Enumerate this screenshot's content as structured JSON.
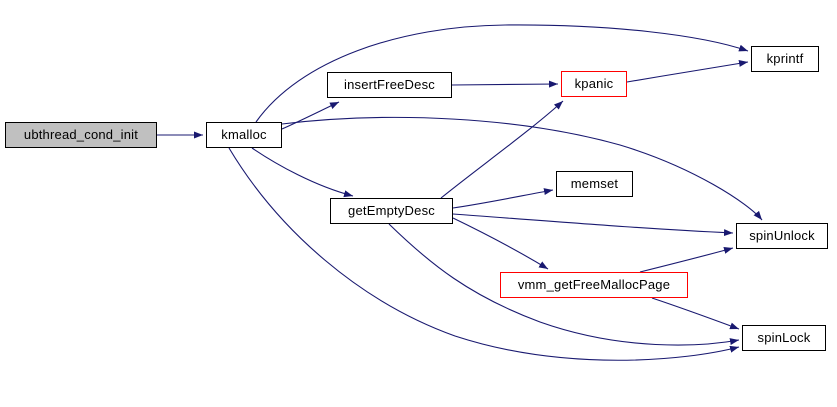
{
  "diagram": {
    "type": "call-graph",
    "colors": {
      "edge": "#191970",
      "node_border": "#000000",
      "highlight_border": "#ff0000",
      "focus_fill": "#c0c0c0",
      "node_fill": "#ffffff",
      "background": "#ffffff",
      "text": "#000000"
    },
    "nodes": [
      {
        "id": "ubthread_cond_init",
        "label": "ubthread_cond_init",
        "style": "focus"
      },
      {
        "id": "kmalloc",
        "label": "kmalloc",
        "style": "normal"
      },
      {
        "id": "insertFreeDesc",
        "label": "insertFreeDesc",
        "style": "normal"
      },
      {
        "id": "kpanic",
        "label": "kpanic",
        "style": "highlight"
      },
      {
        "id": "kprintf",
        "label": "kprintf",
        "style": "normal"
      },
      {
        "id": "getEmptyDesc",
        "label": "getEmptyDesc",
        "style": "normal"
      },
      {
        "id": "memset",
        "label": "memset",
        "style": "normal"
      },
      {
        "id": "spinUnlock",
        "label": "spinUnlock",
        "style": "normal"
      },
      {
        "id": "vmm_getFreeMallocPage",
        "label": "vmm_getFreeMallocPage",
        "style": "highlight"
      },
      {
        "id": "spinLock",
        "label": "spinLock",
        "style": "normal"
      }
    ],
    "edges": [
      {
        "from": "ubthread_cond_init",
        "to": "kmalloc"
      },
      {
        "from": "kmalloc",
        "to": "kprintf"
      },
      {
        "from": "kmalloc",
        "to": "insertFreeDesc"
      },
      {
        "from": "kmalloc",
        "to": "getEmptyDesc"
      },
      {
        "from": "kmalloc",
        "to": "spinUnlock"
      },
      {
        "from": "kmalloc",
        "to": "spinLock"
      },
      {
        "from": "insertFreeDesc",
        "to": "kpanic"
      },
      {
        "from": "kpanic",
        "to": "kprintf"
      },
      {
        "from": "getEmptyDesc",
        "to": "kpanic"
      },
      {
        "from": "getEmptyDesc",
        "to": "memset"
      },
      {
        "from": "getEmptyDesc",
        "to": "spinUnlock"
      },
      {
        "from": "getEmptyDesc",
        "to": "vmm_getFreeMallocPage"
      },
      {
        "from": "getEmptyDesc",
        "to": "spinLock"
      },
      {
        "from": "vmm_getFreeMallocPage",
        "to": "spinUnlock"
      },
      {
        "from": "vmm_getFreeMallocPage",
        "to": "spinLock"
      }
    ]
  }
}
